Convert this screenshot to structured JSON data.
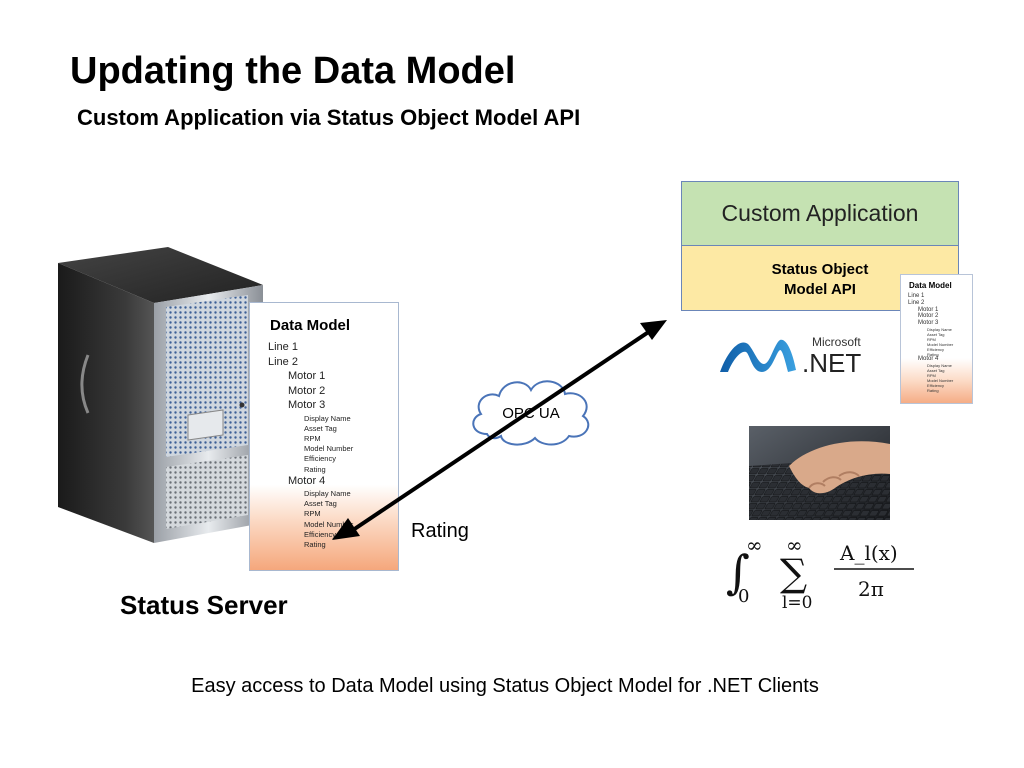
{
  "slide": {
    "title": "Updating the Data Model",
    "subtitle": "Custom Application via Status Object Model API",
    "caption": "Easy access to Data Model using Status Object Model for .NET Clients"
  },
  "server": {
    "label": "Status Server"
  },
  "data_model": {
    "title": "Data Model",
    "items": [
      {
        "text": "Line 1",
        "level": 0
      },
      {
        "text": "Line 2",
        "level": 0
      },
      {
        "text": "Motor 1",
        "level": 1
      },
      {
        "text": "Motor 2",
        "level": 1
      },
      {
        "text": "Motor 3",
        "level": 1
      },
      {
        "text": "Display Name",
        "level": 2
      },
      {
        "text": "Asset Tag",
        "level": 2
      },
      {
        "text": "RPM",
        "level": 2
      },
      {
        "text": "Model Number",
        "level": 2
      },
      {
        "text": "Efficiency",
        "level": 2
      },
      {
        "text": "Rating",
        "level": 2
      },
      {
        "text": "Motor 4",
        "level": 1
      },
      {
        "text": "Display Name",
        "level": 2
      },
      {
        "text": "Asset Tag",
        "level": 2
      },
      {
        "text": "RPM",
        "level": 2
      },
      {
        "text": "Model Number",
        "level": 2
      },
      {
        "text": "Efficiency",
        "level": 2
      },
      {
        "text": "Rating",
        "level": 2
      }
    ]
  },
  "connection": {
    "protocol": "OPC UA",
    "value_label": "Rating"
  },
  "custom_app": {
    "title": "Custom Application",
    "api_line1": "Status Object",
    "api_line2": "Model API"
  },
  "net_logo": {
    "brand": "Microsoft",
    "product": ".NET"
  },
  "formula": {
    "integral_upper": "∞",
    "integral_lower": "0",
    "sum_upper": "∞",
    "sum_lower": "l=0",
    "numerator": "A_l(x)",
    "denominator": "2π"
  },
  "colors": {
    "app_green": "#c5e2b2",
    "api_yellow": "#fde9a4",
    "panel_orange": "#f5a77c",
    "net_blue": "#1d7ac4"
  }
}
